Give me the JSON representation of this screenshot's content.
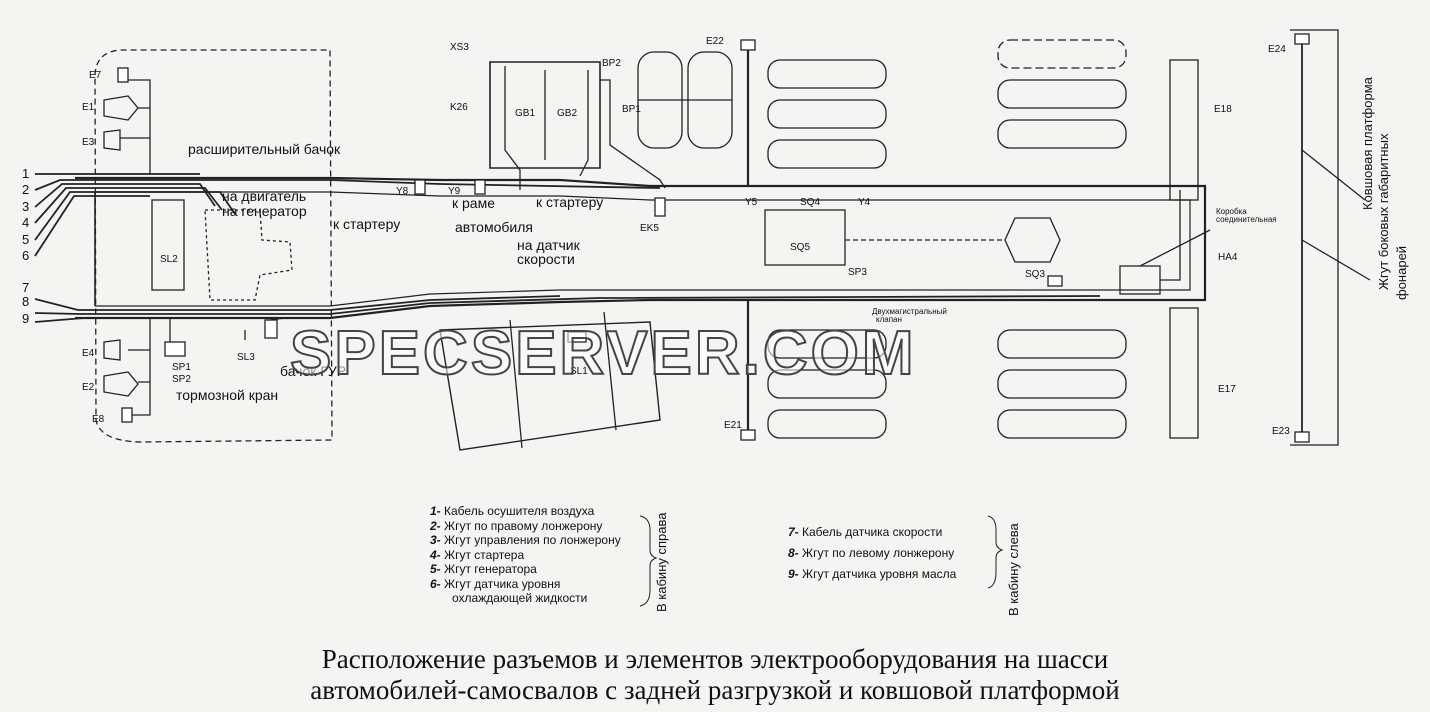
{
  "harness_numbers": [
    "1",
    "2",
    "3",
    "4",
    "5",
    "6",
    "7",
    "8",
    "9"
  ],
  "labels": {
    "exp_tank": "расширительный бачок",
    "to_engine": "на двигатель",
    "to_generator": "на генератор",
    "to_starter_1": "к стартеру",
    "to_frame": "к раме",
    "car": "автомобиля",
    "to_starter_2": "к стартеру",
    "to_speed_sensor": "на датчик",
    "speed": "скорости",
    "gur_tank": "бачок ГУР",
    "brake_valve": "тормозной кран",
    "junction_box_1": "Коробка",
    "junction_box_2": "соединительная",
    "two_line_valve_1": "Двухмагистральный",
    "two_line_valve_2": "клапан"
  },
  "components": {
    "E7": "E7",
    "E1": "E1",
    "E3": "E3",
    "E4": "E4",
    "E2": "E2",
    "E8": "E8",
    "SL2": "SL2",
    "SL3": "SL3",
    "SP1": "SP1",
    "SP2": "SP2",
    "XS3": "XS3",
    "K26": "K26",
    "GB1": "GB1",
    "GB2": "GB2",
    "BP2": "BP2",
    "BP1": "BP1",
    "Y8": "Y8",
    "Y9": "Y9",
    "EK5": "EK5",
    "Y5": "Y5",
    "SQ4": "SQ4",
    "Y4": "Y4",
    "SQ5": "SQ5",
    "SP3": "SP3",
    "SQ3": "SQ3",
    "HA4": "HA4",
    "SL1": "SL1",
    "E22": "E22",
    "E21": "E21",
    "E18": "E18",
    "E17": "E17",
    "E24": "E24",
    "E23": "E23"
  },
  "side_notes": {
    "platform_1": "Ковшовая платформа",
    "platform_2": "Жгут боковых габаритных",
    "platform_3": "фонарей",
    "right_cab": "В кабину справа",
    "left_cab": "В кабину слева"
  },
  "legend_left": [
    {
      "num": "1-",
      "text": "Кабель осушителя воздуха"
    },
    {
      "num": "2-",
      "text": "Жгут по правому лонжерону"
    },
    {
      "num": "3-",
      "text": "Жгут управления по лонжерону"
    },
    {
      "num": "4-",
      "text": "Жгут стартера"
    },
    {
      "num": "5-",
      "text": "Жгут генератора"
    },
    {
      "num": "6-",
      "text": "Жгут датчика уровня"
    },
    {
      "num": "",
      "text": "охлаждающей жидкости"
    }
  ],
  "legend_right": [
    {
      "num": "7-",
      "text": "Кабель датчика скорости"
    },
    {
      "num": "8-",
      "text": "Жгут по левому лонжерону"
    },
    {
      "num": "9-",
      "text": "Жгут датчика уровня масла"
    }
  ],
  "caption": {
    "line1": "Расположение разъемов и элементов электрооборудования  на шасси",
    "line2": "автомобилей-самосвалов с задней разгрузкой и ковшовой платформой"
  },
  "watermark": "SPECSERVER.COM"
}
